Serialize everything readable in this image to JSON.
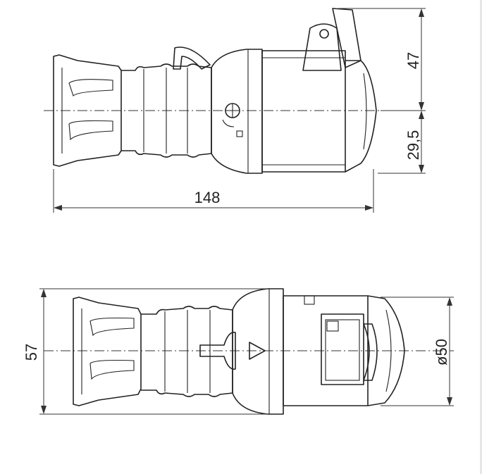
{
  "dimensions": {
    "side_height_top": "47",
    "side_height_bottom": "29,5",
    "side_length": "148",
    "top_width": "57",
    "diameter": "ø50"
  }
}
